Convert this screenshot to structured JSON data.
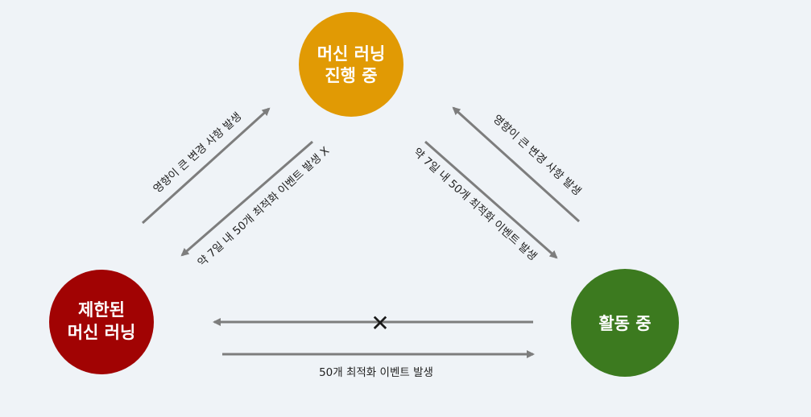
{
  "nodes": {
    "learning": {
      "line1": "머신 러닝",
      "line2": "진행 중",
      "color": "#e19a04"
    },
    "restricted": {
      "line1": "제한된",
      "line2": "머신 러닝",
      "color": "#a10303"
    },
    "active": {
      "line1": "활동 중",
      "color": "#3c7a1f"
    }
  },
  "edges": {
    "restricted_to_learning": "영향이 큰 변경 사항 발생",
    "learning_to_restricted": "약 7일 내 50개 최적화 이벤트 발생 X",
    "learning_to_active": "약 7일 내 50개 최적화 이벤트 발생",
    "active_to_learning": "영향이 큰 변경 사항 발생",
    "restricted_to_active": "50개 최적화 이벤트 발생",
    "blocked_mark": "✕"
  },
  "colors": {
    "arrow": "#7d7d7d",
    "background": "#eff3f7"
  }
}
